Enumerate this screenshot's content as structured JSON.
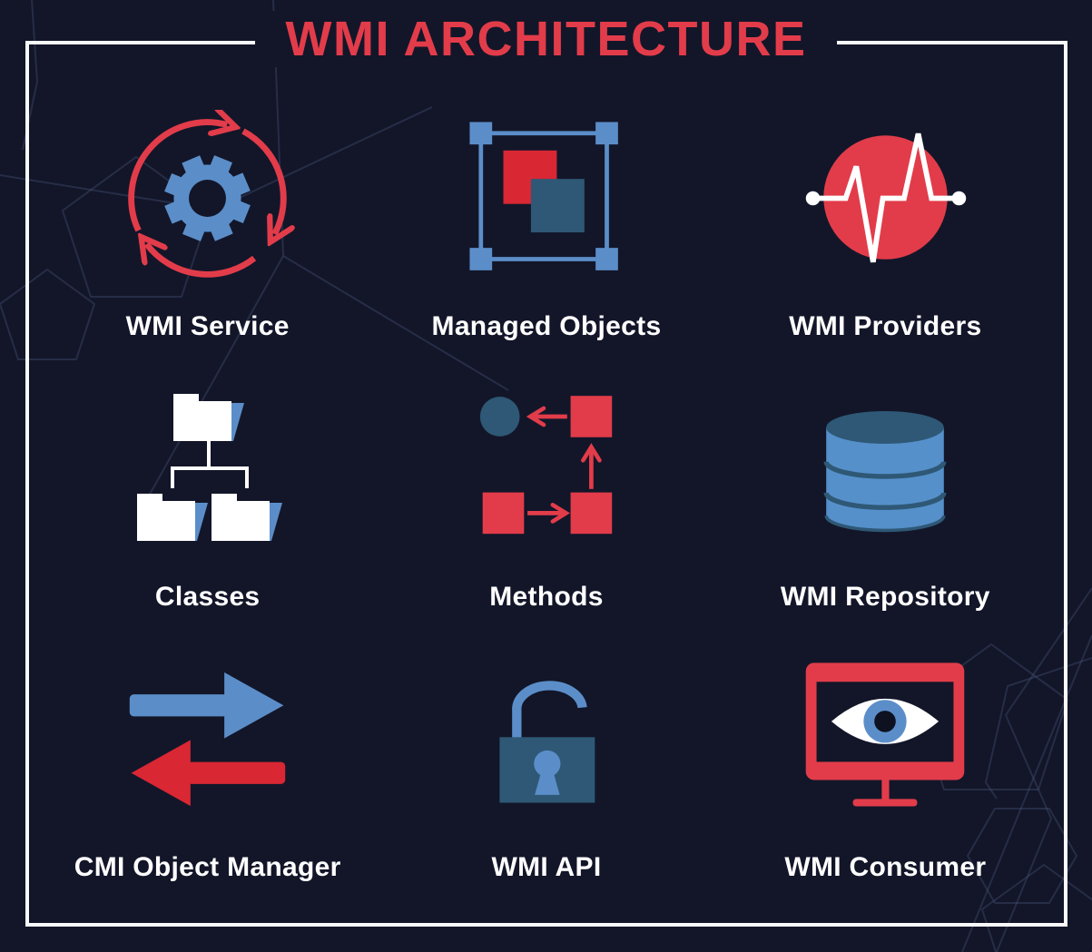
{
  "title": "WMI ARCHITECTURE",
  "colors": {
    "background": "#131629",
    "frame": "#fafafa",
    "red": "#e23c4a",
    "red_deep": "#d92734",
    "blue": "#5b8ec9",
    "teal": "#2e5875",
    "db_light": "#5590cb",
    "white": "#ffffff",
    "decor_line": "#4a5a7d"
  },
  "cells": [
    {
      "label": "WMI Service",
      "icon": "gear-sync-icon"
    },
    {
      "label": "Managed Objects",
      "icon": "selection-frame-icon"
    },
    {
      "label": "WMI Providers",
      "icon": "pulse-circle-icon"
    },
    {
      "label": "Classes",
      "icon": "folder-tree-icon"
    },
    {
      "label": "Methods",
      "icon": "flow-diagram-icon"
    },
    {
      "label": "WMI Repository",
      "icon": "database-icon"
    },
    {
      "label": "CMI Object Manager",
      "icon": "exchange-arrows-icon"
    },
    {
      "label": "WMI API",
      "icon": "open-padlock-icon"
    },
    {
      "label": "WMI Consumer",
      "icon": "monitor-eye-icon"
    }
  ]
}
